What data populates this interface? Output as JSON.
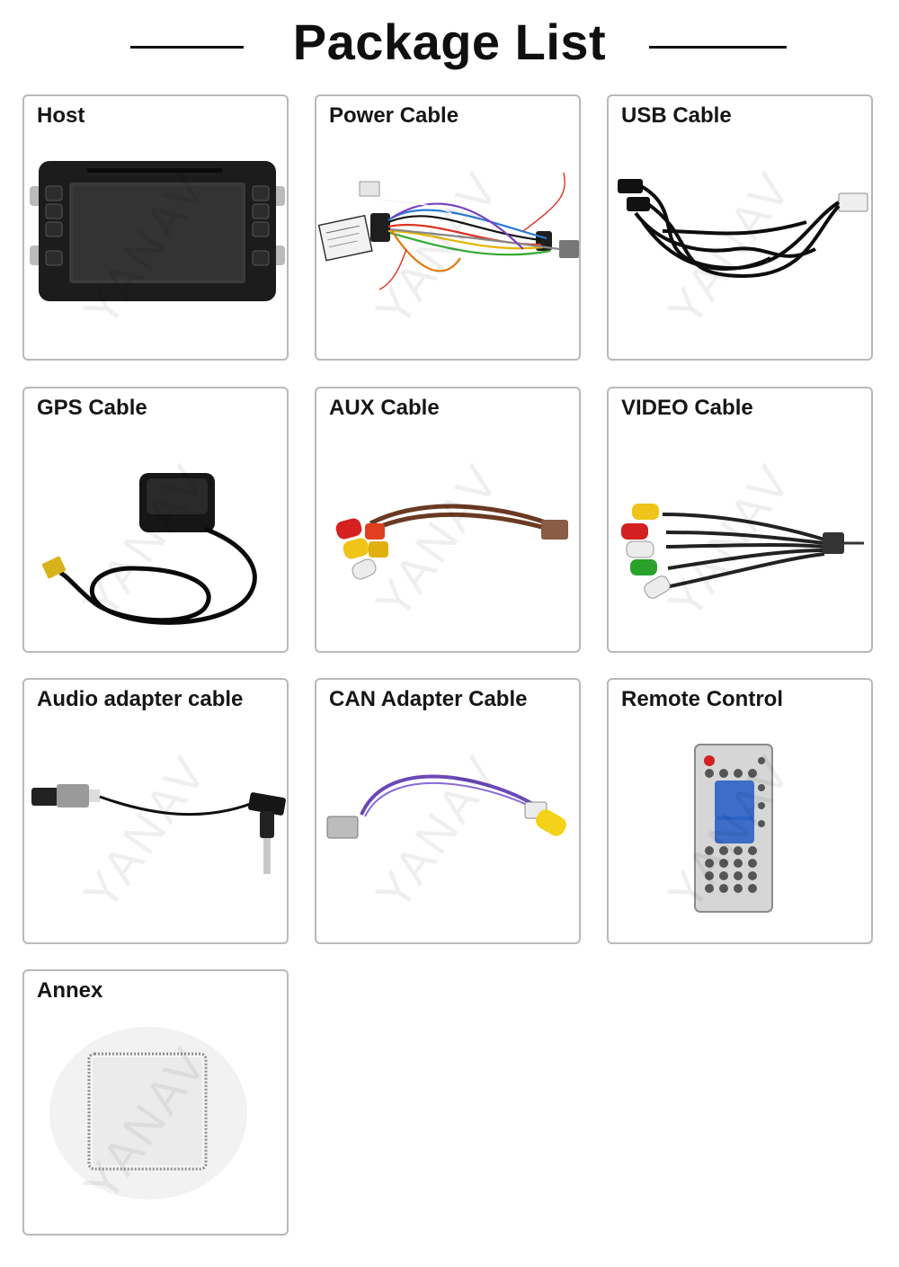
{
  "header": {
    "title": "Package List"
  },
  "items": [
    {
      "label": "Host",
      "icon": "head-unit-icon"
    },
    {
      "label": "Power Cable",
      "icon": "power-harness-icon"
    },
    {
      "label": "USB Cable",
      "icon": "usb-cable-icon"
    },
    {
      "label": "GPS Cable",
      "icon": "gps-antenna-icon"
    },
    {
      "label": "AUX Cable",
      "icon": "aux-rca-cable-icon"
    },
    {
      "label": "VIDEO Cable",
      "icon": "video-rca-cable-icon"
    },
    {
      "label": "Audio adapter cable",
      "icon": "audio-adapter-icon"
    },
    {
      "label": "CAN Adapter Cable",
      "icon": "can-adapter-icon"
    },
    {
      "label": "Remote Control",
      "icon": "remote-control-icon"
    },
    {
      "label": "Annex",
      "icon": "adhesive-pad-icon"
    }
  ],
  "colors": {
    "border": "#b9b9b9",
    "text": "#161616"
  }
}
